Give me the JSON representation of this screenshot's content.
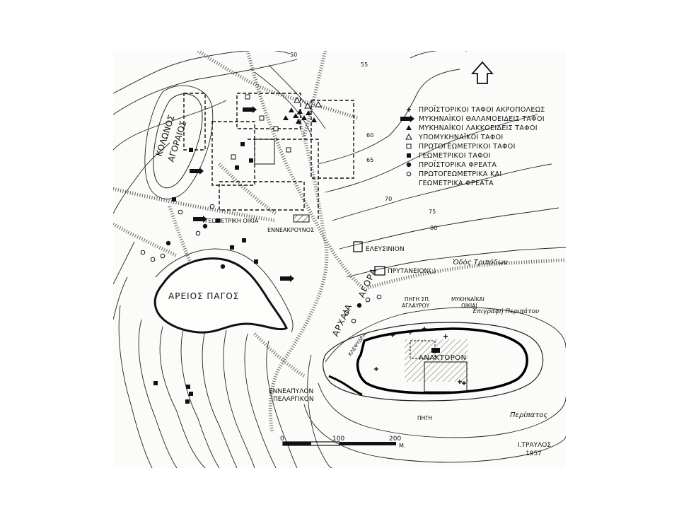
{
  "map": {
    "north_symbol": "north-arrow-icon",
    "legend": [
      {
        "symbol": "plus",
        "label": "ΠΡΟΪΣΤΟΡΙΚΟΙ ΤΑΦΟΙ ΑΚΡΟΠΟΛΕΩΣ"
      },
      {
        "symbol": "thick-arrow",
        "label": "ΜΥΚΗΝΑΪΚΟΙ ΘΑΛΑΜΟΕΙΔΕΙΣ ΤΑΦΟΙ"
      },
      {
        "symbol": "filled-triangle",
        "label": "ΜΥΚΗΝΑΪΚΟΙ ΛΑΚΚΟΕΙΔΕΙΣ ΤΑΦΟΙ"
      },
      {
        "symbol": "open-triangle",
        "label": "ΥΠΟΜΥΚΗΝΑΪΚΟΙ ΤΑΦΟΙ"
      },
      {
        "symbol": "open-square",
        "label": "ΠΡΩΤΟΓΕΩΜΕΤΡΙΚΟΙ ΤΑΦΟΙ"
      },
      {
        "symbol": "filled-square",
        "label": "ΓΕΩΜΕΤΡΙΚΟΙ ΤΑΦΟΙ"
      },
      {
        "symbol": "filled-circle",
        "label": "ΠΡΟΪΣΤΟΡΙΚΑ ΦΡΕΑΤΑ"
      },
      {
        "symbol": "open-circle",
        "label": "ΠΡΩΤΟΓΕΩΜΕΤΡΙΚΑ ΚΑΙ"
      },
      {
        "symbol": "",
        "label": "ΓΕΩΜΕΤΡΙΚΑ ΦΡΕΑΤΑ"
      }
    ],
    "place_labels": {
      "kolonos_1": "ΚΟΛΩΝΟΣ",
      "kolonos_2": "ΑΓΟΡΑΙΟΣ",
      "areios_pagos": "ΑΡΕΙΟΣ ΠΑΓΟΣ",
      "geometriki_oikia": "ΓΕΩΜΕΤΡΙΚΗ ΟΙΚΙΑ",
      "enneakrounos": "ΕΝΝΕΑΚΡΟΥΝΟΣ",
      "eleusinion": "ΕΛΕΥΣΙΝΙΟΝ",
      "prytaneion": "ΠΡΥΤΑΝΕΙΟΝ(;)",
      "odos_tripodon": "Ὁδὸς Τριπόδων",
      "archaia": "ΑΡΧΑΙΑ",
      "agora": "ΑΓΟΡΑ",
      "pigi_sp_1": "ΠΗΓΗ ΣΠ.",
      "pigi_sp_2": "ΑΓΛΑΥΡΟΥ",
      "mykinaikai_1": "ΜΥΚΗΝΑΪΚΑΙ",
      "mykinaikai_2": "ΟΙΚΙΑΙ",
      "epigrafi": "Ἐπιγραφή Περιπάτου",
      "klepsydra": "ΚΛΕΨΥΔΡΑ",
      "anaktoron": "ΑΝΑΚΤΟΡΟΝ",
      "enneapylon_1": "ΕΝΝΕΑΠΥΛΟΝ",
      "enneapylon_2": "ΠΕΛΑΡΓΙΚΟΝ",
      "pigi": "ΠΗΓΗ",
      "peripatos": "Περίπατος"
    },
    "contours": [
      "50",
      "55",
      "60",
      "65",
      "70",
      "75",
      "80"
    ],
    "scale": {
      "ticks": [
        "0",
        "100",
        "200"
      ],
      "unit": "Μ."
    },
    "credit": {
      "author": "Ι.ΤΡΑΥΛΟΣ",
      "year": "1957"
    }
  }
}
